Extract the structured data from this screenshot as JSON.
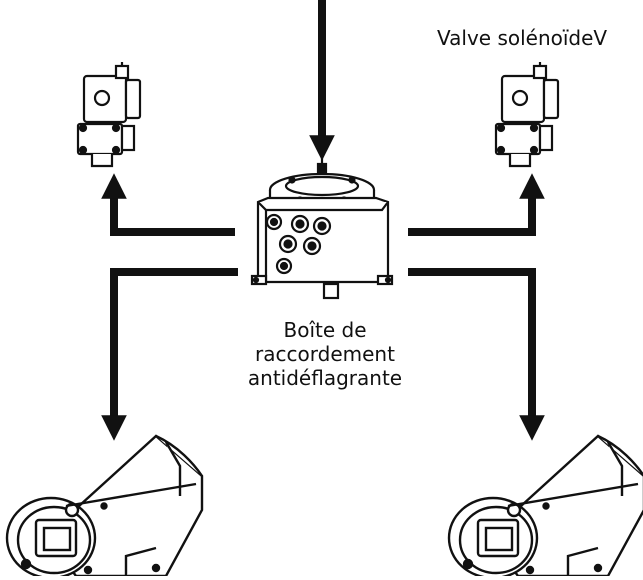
{
  "labels": {
    "valve": "Valve solénoïdeV",
    "junction_box": [
      "Boîte de",
      "raccordement",
      "antidéflagrante"
    ]
  },
  "icons": {
    "left_valve": "solenoid-valve-icon",
    "right_valve": "solenoid-valve-icon",
    "junction_box": "explosion-proof-junction-box-icon",
    "left_camera": "explosion-proof-camera-housing-icon",
    "right_camera": "explosion-proof-camera-housing-icon"
  },
  "colors": {
    "line": "#111111",
    "background": "#ffffff"
  }
}
